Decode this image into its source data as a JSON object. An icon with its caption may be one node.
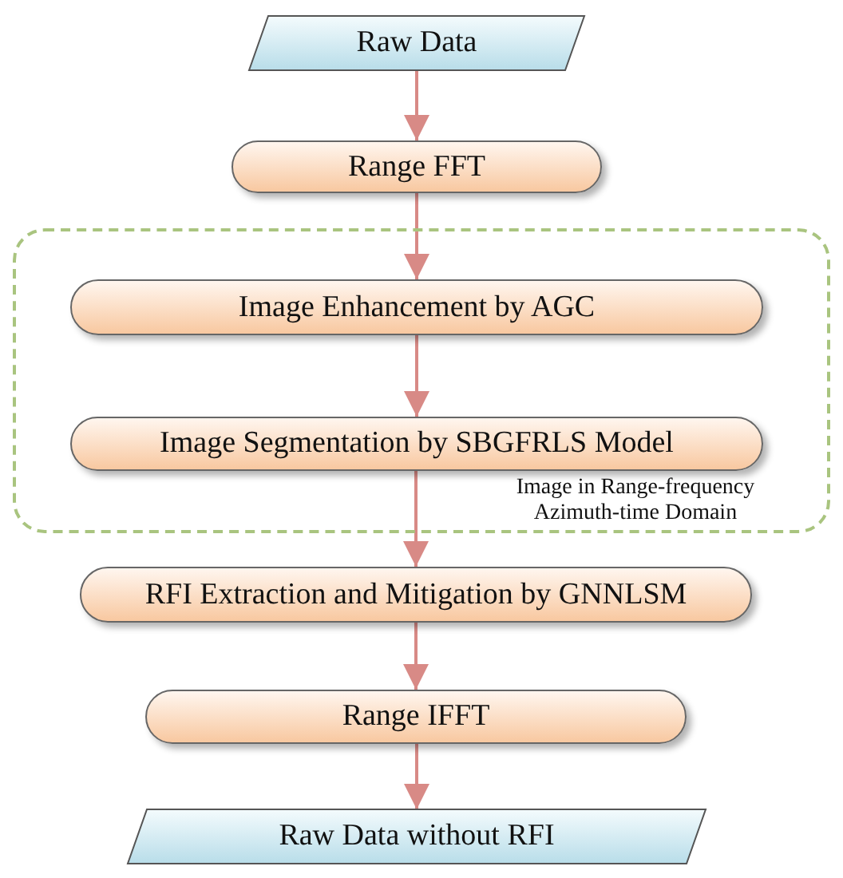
{
  "diagram": {
    "nodes": [
      {
        "text": [
          "Raw Data"
        ]
      },
      {
        "text": [
          "Range FFT"
        ]
      },
      {
        "text": [
          "Image in Range-frequency Azimuth-time Domain"
        ]
      },
      {
        "text": [
          "Image Enhancement by AGC"
        ],
        "in": 2
      },
      {
        "text": [
          "Image Segmentation by SBGFRLS Model"
        ],
        "in": 2
      },
      {
        "text": [
          "RFI Extraction and Mitigation by GNNLSM"
        ]
      },
      {
        "text": [
          "Range IFFT"
        ]
      },
      {
        "text": [
          "Raw Data without RFI"
        ]
      }
    ],
    "edges": [
      {
        "from": 0,
        "to": 1,
        "arrow": "to"
      },
      {
        "from": 1,
        "to": 3,
        "arrow": "to"
      },
      {
        "from": 3,
        "to": 4,
        "arrow": "to"
      },
      {
        "from": 4,
        "to": 5,
        "arrow": "to"
      },
      {
        "from": 5,
        "to": 6,
        "arrow": "to"
      },
      {
        "from": 6,
        "to": 7,
        "arrow": "to"
      }
    ]
  }
}
